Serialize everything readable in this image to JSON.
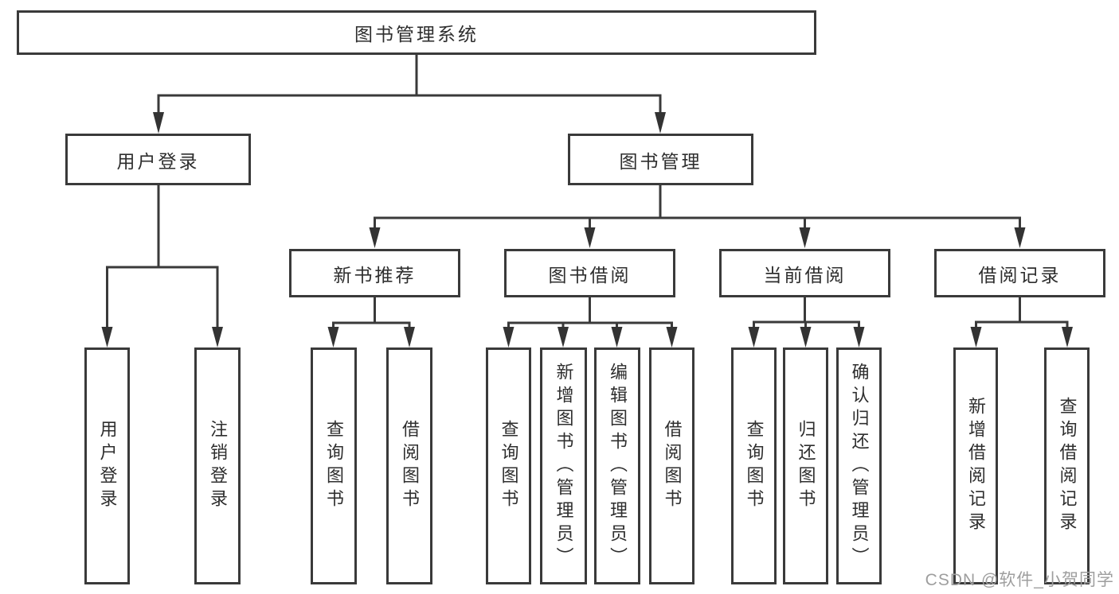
{
  "diagram": {
    "title": "图书管理系统",
    "branches": [
      {
        "label": "用户登录",
        "children": [
          "用户登录",
          "注销登录"
        ]
      },
      {
        "label": "图书管理",
        "modules": [
          {
            "label": "新书推荐",
            "children": [
              "查询图书",
              "借阅图书"
            ]
          },
          {
            "label": "图书借阅",
            "children": [
              "查询图书",
              "新增图书（管理员）",
              "编辑图书（管理员）",
              "借阅图书"
            ]
          },
          {
            "label": "当前借阅",
            "children": [
              "查询图书",
              "归还图书",
              "确认归还（管理员）"
            ]
          },
          {
            "label": "借阅记录",
            "children": [
              "新增借阅记录",
              "查询借阅记录"
            ]
          }
        ]
      }
    ]
  },
  "watermark": {
    "text": "CSDN @软件_小贺同学"
  },
  "colors": {
    "line": "#3a3a3a",
    "text": "#2e2e2e",
    "box_background": "#ffffff",
    "watermark": "#9e9e9e"
  }
}
